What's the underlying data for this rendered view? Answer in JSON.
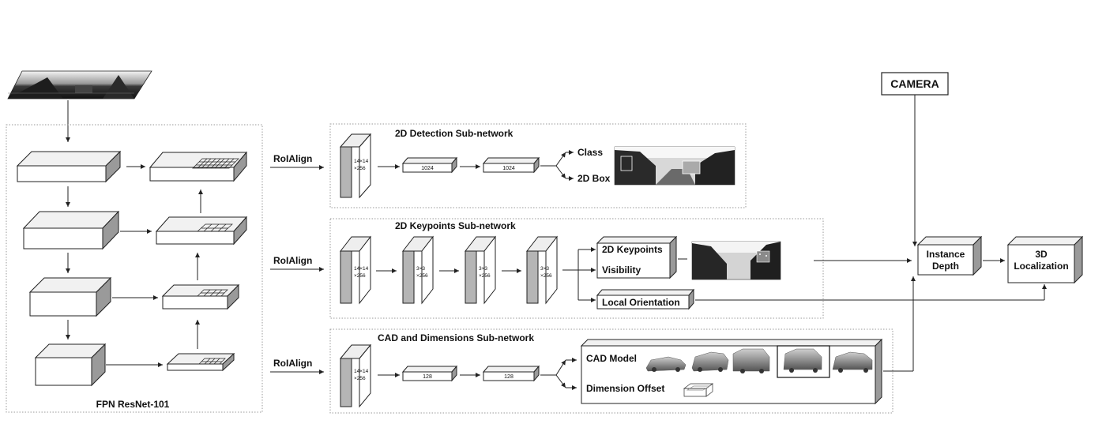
{
  "fpn": {
    "label": "FPN ResNet-101"
  },
  "roi_align": {
    "detection": "RoIAlign",
    "keypoints": "RoIAlign",
    "cad": "RoIAlign"
  },
  "detection": {
    "title": "2D Detection Sub-network",
    "input": {
      "line1": "14×14",
      "line2": "×256"
    },
    "fc1": "1024",
    "fc2": "1024",
    "out_class": "Class",
    "out_box": "2D Box"
  },
  "keypoints": {
    "title": "2D Keypoints Sub-network",
    "input": {
      "line1": "14×14",
      "line2": "×256"
    },
    "conv1": {
      "line1": "3×3",
      "line2": "×256"
    },
    "conv2": {
      "line1": "3×3",
      "line2": "×256"
    },
    "conv3": {
      "line1": "3×3",
      "line2": "×256"
    },
    "out_keypoints": "2D Keypoints",
    "out_visibility": "Visibility",
    "out_orientation": "Local Orientation"
  },
  "cad": {
    "title": "CAD and Dimensions Sub-network",
    "input": {
      "line1": "14×14",
      "line2": "×256"
    },
    "fc1": "128",
    "fc2": "128",
    "out_cad_model": "CAD Model",
    "out_dimension": "Dimension Offset"
  },
  "camera": "CAMERA",
  "instance_depth": {
    "line1": "Instance",
    "line2": "Depth"
  },
  "localization": {
    "line1": "3D",
    "line2": "Localization"
  },
  "colors": {
    "line": "#222222",
    "dotted_border": "#999999",
    "dark_side": "#9a9a9a",
    "photo_dark": "#1a1a1a"
  }
}
